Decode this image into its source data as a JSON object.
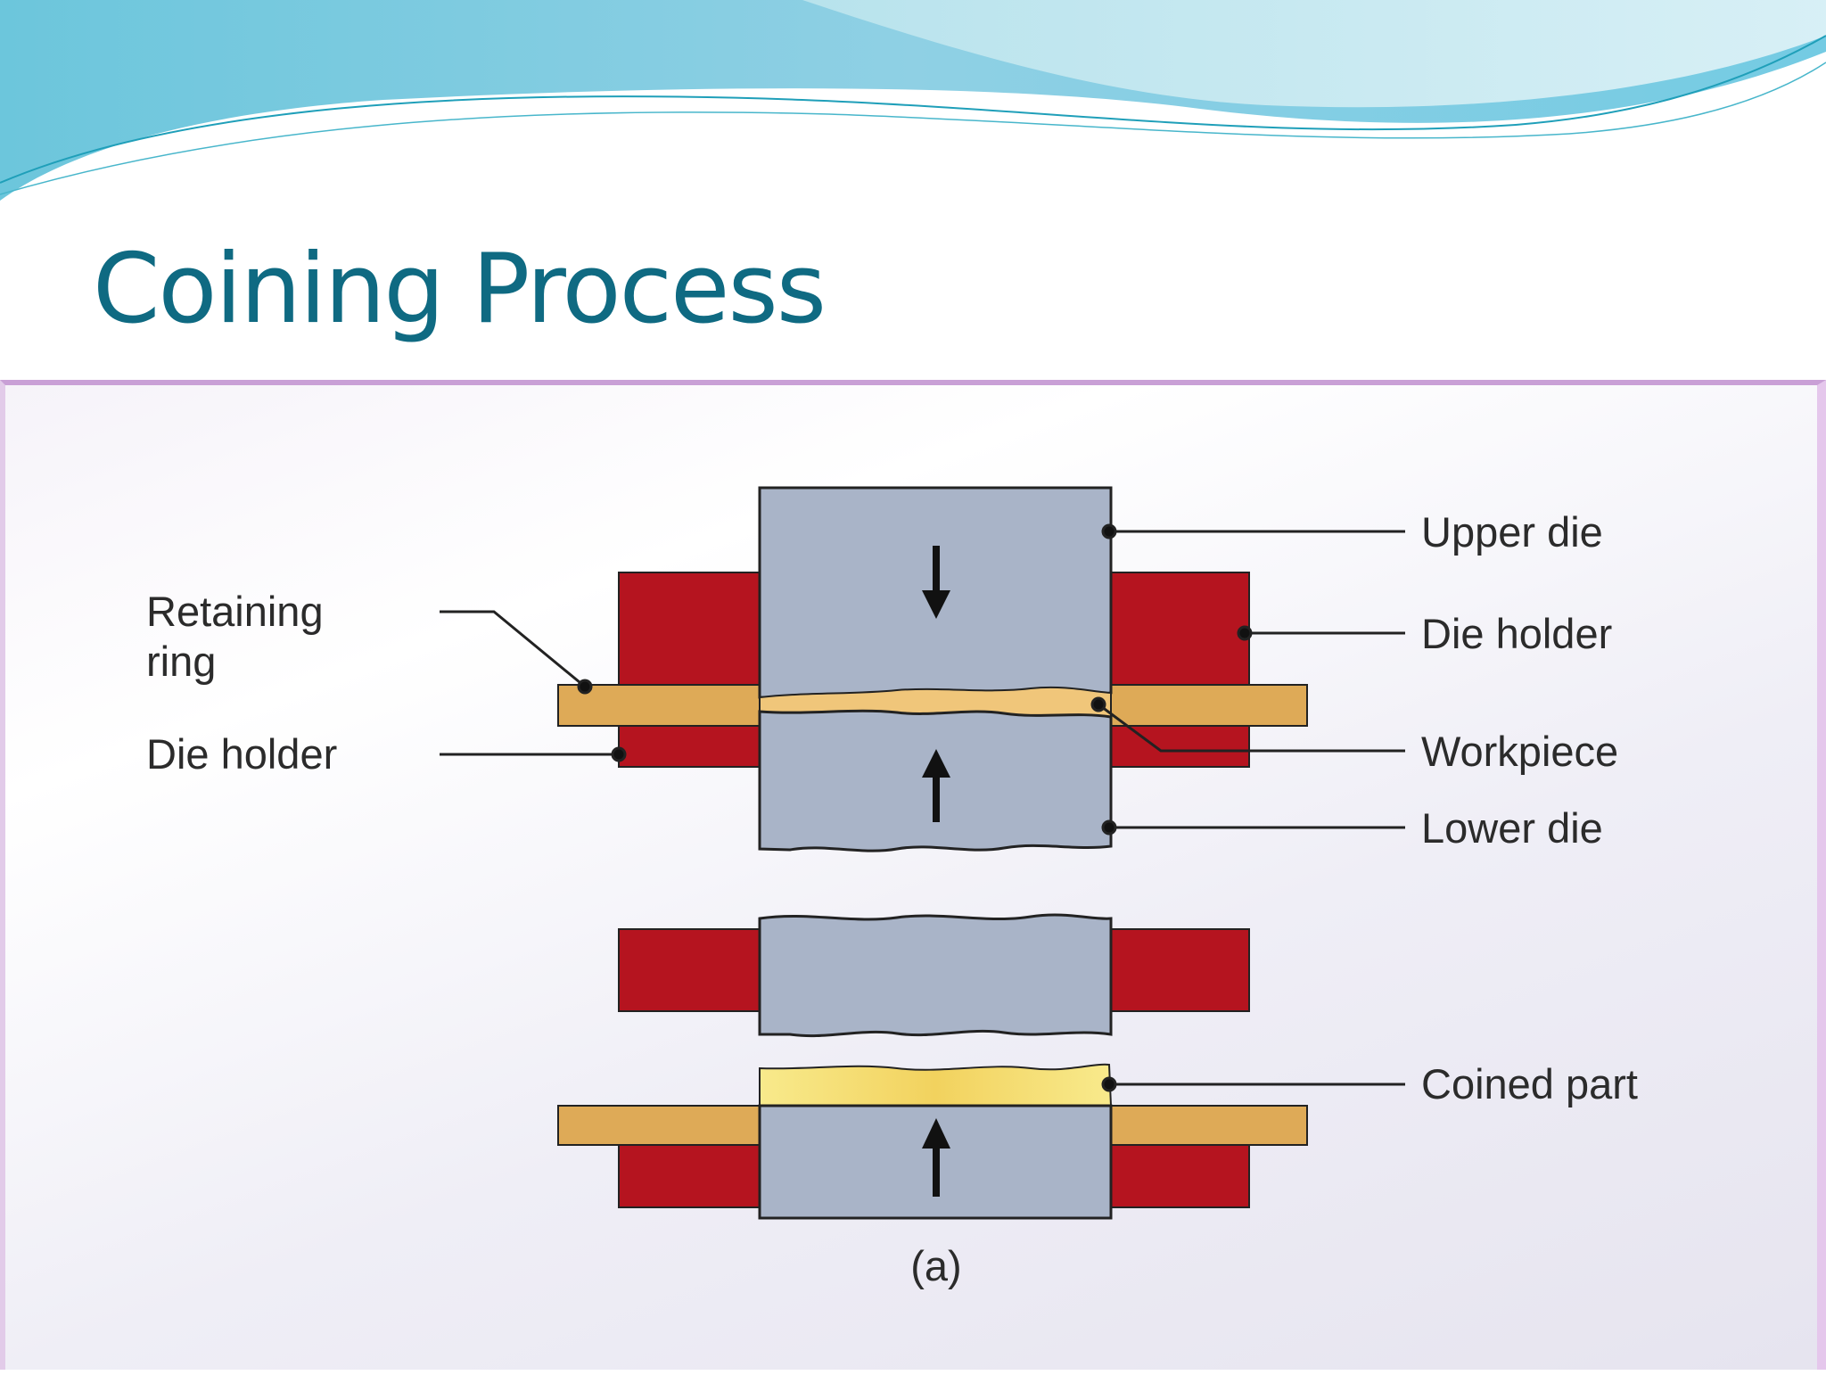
{
  "slide": {
    "title": "Coining Process"
  },
  "diagram": {
    "labels": {
      "upper_die": "Upper die",
      "die_holder_right": "Die holder",
      "workpiece": "Workpiece",
      "lower_die": "Lower die",
      "retaining_ring_line1": "Retaining",
      "retaining_ring_line2": "ring",
      "die_holder_left": "Die holder",
      "coined_part": "Coined part",
      "caption": "(a)"
    },
    "colors": {
      "die": "#a9b4c8",
      "die_holder": "#b5141f",
      "retaining_ring": "#deaa57",
      "coined_part": "#f4e27a",
      "title": "#0f6a82"
    }
  }
}
